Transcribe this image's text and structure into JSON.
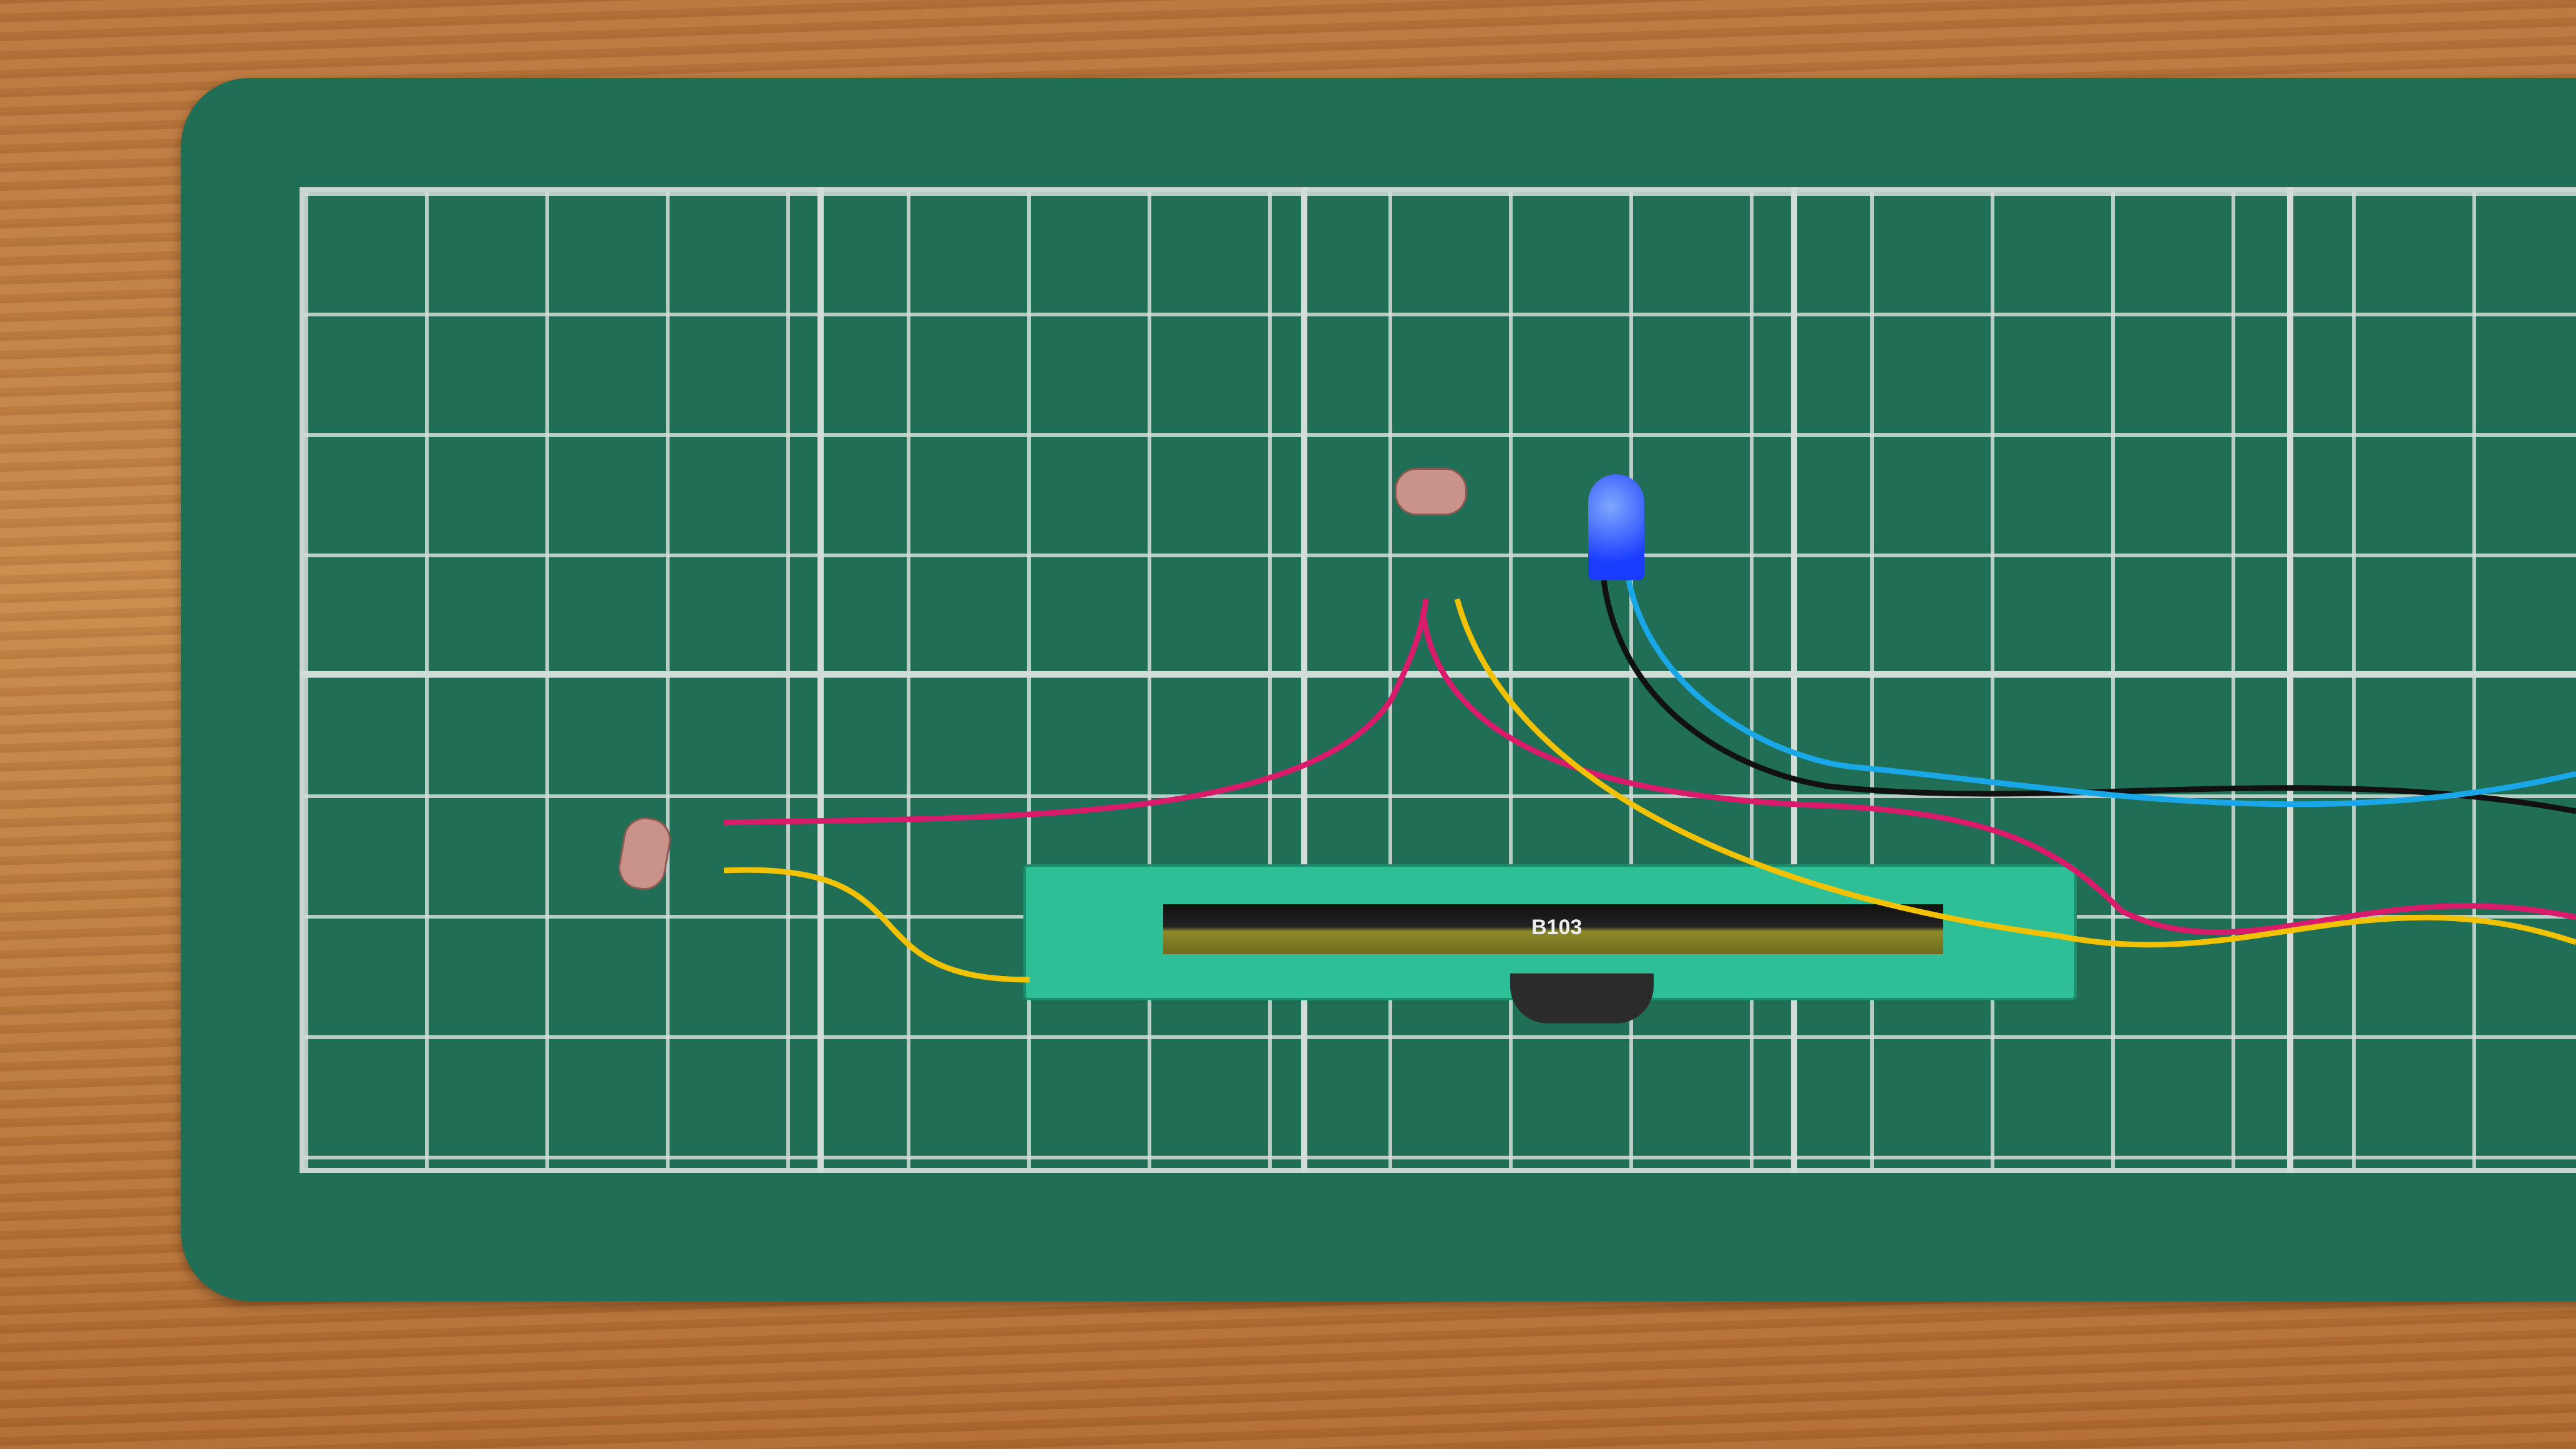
{
  "scene": {
    "description": "Photo of electronic components on a green cutting mat on a wooden table",
    "components": [
      {
        "name": "photoresistor-left",
        "type": "LDR"
      },
      {
        "name": "photoresistor-top",
        "type": "LDR"
      },
      {
        "name": "blue-led",
        "type": "LED"
      },
      {
        "name": "slide-potentiometer",
        "type": "slider",
        "marking": "B103"
      }
    ],
    "wire_colors": {
      "magenta": "#d81b6a",
      "yellow": "#f2c200",
      "blue": "#1aa7e8",
      "black": "#111111"
    },
    "mat_color": "#1f6e55"
  }
}
